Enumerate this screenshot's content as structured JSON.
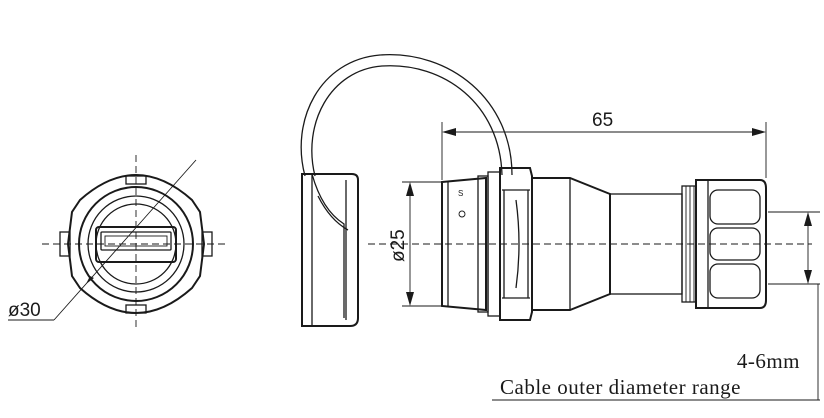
{
  "dimensions": {
    "front_diameter": "ø30",
    "length": "65",
    "body_diameter": "ø25"
  },
  "cable_note": {
    "range": "4-6mm",
    "label": "Cable outer  diameter range"
  },
  "colors": {
    "line": "#1a1a1a",
    "background": "#ffffff"
  }
}
